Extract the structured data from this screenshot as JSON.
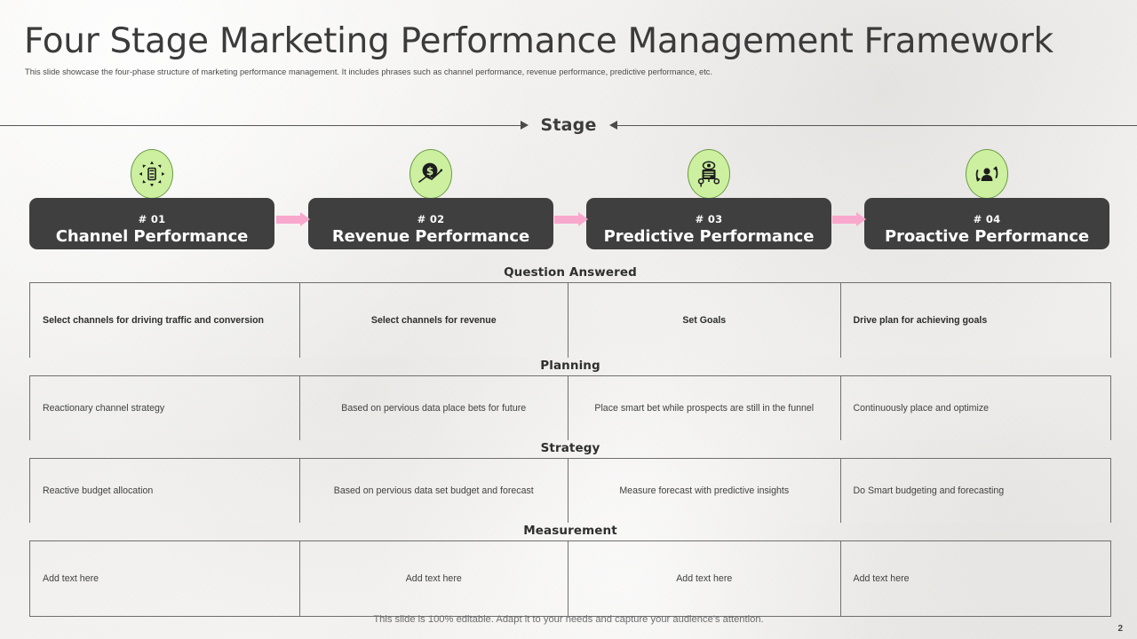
{
  "slide": {
    "title": "Four Stage Marketing Performance Management Framework",
    "subtitle": "This slide showcase the four-phase structure of marketing performance management.  It includes phrases such as channel performance, revenue performance, predictive performance, etc.",
    "footer_note": "This slide is 100% editable. Adapt it to your needs and capture your audience's attention.",
    "page_number": "2"
  },
  "stage_band": {
    "label": "Stage"
  },
  "stages": [
    {
      "number": "# 01",
      "name": "Channel Performance",
      "icon": "network-hub-icon"
    },
    {
      "number": "# 02",
      "name": "Revenue Performance",
      "icon": "dollar-growth-icon"
    },
    {
      "number": "# 03",
      "name": "Predictive Performance",
      "icon": "robot-analytics-icon"
    },
    {
      "number": "# 04",
      "name": "Proactive  Performance",
      "icon": "person-cycle-icon"
    }
  ],
  "matrix": {
    "sections": [
      {
        "heading": "Question Answered",
        "cells": [
          "Select channels for driving traffic and conversion",
          "Select channels for revenue",
          "Set Goals",
          "Drive plan for achieving goals"
        ]
      },
      {
        "heading": "Planning",
        "cells": [
          "Reactionary  channel  strategy",
          "Based on pervious  data place bets for future",
          "Place smart bet while  prospects  are  still in the funnel",
          "Continuously  place  and optimize"
        ]
      },
      {
        "heading": "Strategy",
        "cells": [
          "Reactive  budget  allocation",
          "Based on pervious  data set budget  and forecast",
          "Measure  forecast  with  predictive  insights",
          "Do Smart budgeting and forecasting"
        ]
      },
      {
        "heading": "Measurement",
        "cells": [
          "Add text here",
          "Add text here",
          "Add text here",
          "Add text here"
        ]
      }
    ]
  },
  "colors": {
    "card_dark": "#3f3f3f",
    "icon_green": "#cdf0a0",
    "icon_border": "#6a9a44",
    "connector_pink": "#f9a8cd",
    "background": "#f2f1ef"
  }
}
